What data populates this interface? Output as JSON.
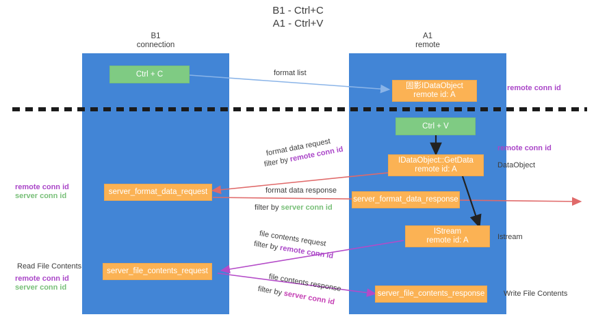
{
  "title": "B1 - Ctrl+C\nA1 - Ctrl+V",
  "lanes": [
    {
      "name": "left-lane",
      "header": "B1\nconnection"
    },
    {
      "name": "right-lane",
      "header": "A1\nremote"
    }
  ],
  "boxes": {
    "ctrl_c": "Ctrl + C",
    "idataobject_top": "固影IDataObject\nremote id: A",
    "ctrl_v": "Ctrl + V",
    "getdata": "IDataObject::GetData\nremote id: A",
    "server_format_data_request": "server_format_data_request",
    "server_format_data_response": "server_format_data_response",
    "istream": "IStream\nremote id: A",
    "server_file_contents_request": "server_file_contents_request",
    "server_file_contents_response": "server_file_contents_response"
  },
  "arrow_labels": {
    "format_list": "format list",
    "format_data_request": "format data request",
    "format_data_request_filter_prefix": "filter by ",
    "format_data_request_filter_key": "remote conn id",
    "format_data_response": "format data response",
    "format_data_response_filter_prefix": "filter by ",
    "format_data_response_filter_key": "server conn id",
    "file_contents_request": "file contents request",
    "file_contents_request_filter_prefix": "filter by ",
    "file_contents_request_filter_key": "remote conn id",
    "file_contents_response": "file contents response",
    "file_contents_response_filter_prefix": "filter by ",
    "file_contents_response_filter_key": "server conn id"
  },
  "left_margin": {
    "remote_conn_id": "remote conn id",
    "server_conn_id": "server conn id",
    "read_file_contents": "Read File Contents",
    "remote_conn_id_2": "remote conn id",
    "server_conn_id_2": "server conn id"
  },
  "right_margin": {
    "remote_conn_id_top": "remote conn id",
    "remote_conn_id_mid": "remote conn id",
    "data_object": "DataObject",
    "istream": "Istream",
    "write_file_contents": "Write File Contents"
  },
  "colors": {
    "lane": "#4285d6",
    "green_box": "#7fcb83",
    "orange_box": "#fbb254",
    "purple": "#aa46c8",
    "green_text": "#78bf78",
    "magenta": "#c43fb4",
    "blue_arrow": "#8ab4e8",
    "red_arrow": "#e06a6a",
    "purple_arrow": "#b44bc8",
    "black": "#222222",
    "background": "#ffffff"
  }
}
